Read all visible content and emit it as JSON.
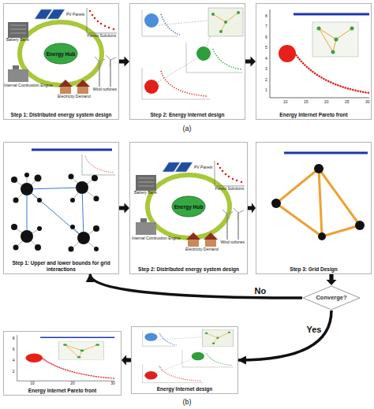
{
  "diagram": {
    "nodes": [
      {
        "text": [
          "Step 1: Distributed energy system design"
        ]
      },
      {
        "text": [
          "Energy Hub"
        ],
        "in": 0
      },
      {
        "text": [
          "Step 2: Energy Internet design"
        ]
      },
      {
        "text": [
          "Energy Internet Pareto front"
        ]
      },
      {
        "text": [
          "Step 1: Upper and lower bounds for grid interactions"
        ]
      },
      {
        "text": [
          "Step 2: Distributed energy system design"
        ]
      },
      {
        "text": [
          "Energy Hub"
        ],
        "in": 5
      },
      {
        "text": [
          "Step 3: Grid Design"
        ]
      },
      {
        "text": [
          "Converge?"
        ]
      },
      {
        "text": [
          "Energy Internet Pareto front"
        ]
      },
      {
        "text": [
          "Energy Internet design"
        ]
      }
    ],
    "edges": [
      {
        "from": 0,
        "to": 2,
        "arrow": "to"
      },
      {
        "from": 2,
        "to": 3,
        "arrow": "to"
      },
      {
        "from": 4,
        "to": 5,
        "arrow": "to"
      },
      {
        "from": 5,
        "to": 7,
        "arrow": "to"
      },
      {
        "from": 7,
        "to": 8,
        "arrow": "to"
      },
      {
        "from": 8,
        "to": 4,
        "label": "No",
        "arrow": "to"
      },
      {
        "from": 8,
        "to": 10,
        "label": "Yes",
        "arrow": "to"
      },
      {
        "from": 10,
        "to": 9,
        "arrow": "to"
      }
    ],
    "labels": [
      "Battery Bank",
      "PV Panels",
      "Pareto Solutions",
      "Internal Combustion Engine",
      "Wind turbines",
      "Electricity Demand",
      "8",
      "7",
      "6",
      "5",
      "4",
      "3",
      "2",
      "1",
      "10",
      "15",
      "20",
      "25",
      "30",
      "(a)",
      "Battery Bank",
      "PV Panels",
      "Pareto Solutions",
      "Internal Combustion Engine",
      "Wind turbines",
      "Electricity Demand",
      "8",
      "6",
      "4",
      "2",
      "10",
      "20",
      "30",
      "(b)"
    ]
  }
}
